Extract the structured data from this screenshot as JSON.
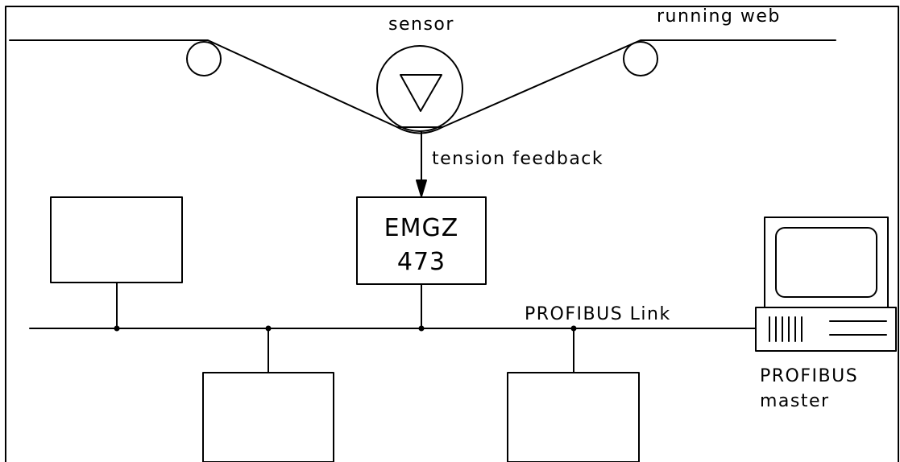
{
  "labels": {
    "sensor": "sensor",
    "running_web": "running web",
    "tension_feedback": "tension feedback",
    "emgz_line1": "EMGZ",
    "emgz_line2": "473",
    "profibus_link": "PROFIBUS Link",
    "master_line1": "PROFIBUS",
    "master_line2": "master"
  },
  "colors": {
    "stroke": "#000000",
    "background": "#ffffff"
  }
}
